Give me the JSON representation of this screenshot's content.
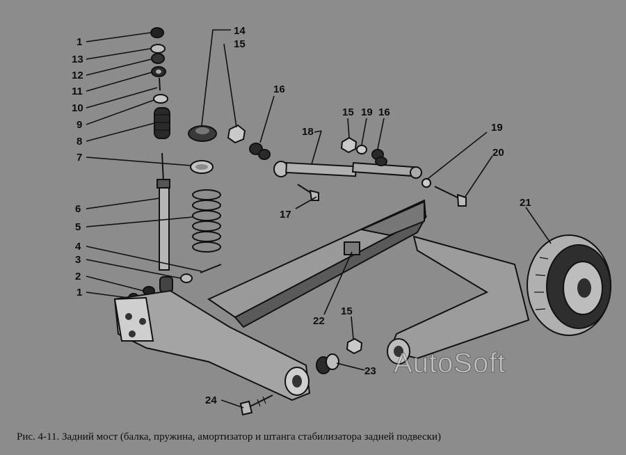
{
  "labels": [
    {
      "id": "l1a",
      "text": "1"
    },
    {
      "id": "l13",
      "text": "13"
    },
    {
      "id": "l12",
      "text": "12"
    },
    {
      "id": "l11",
      "text": "11"
    },
    {
      "id": "l10",
      "text": "10"
    },
    {
      "id": "l9",
      "text": "9"
    },
    {
      "id": "l8",
      "text": "8"
    },
    {
      "id": "l7",
      "text": "7"
    },
    {
      "id": "l6",
      "text": "6"
    },
    {
      "id": "l5",
      "text": "5"
    },
    {
      "id": "l4",
      "text": "4"
    },
    {
      "id": "l3",
      "text": "3"
    },
    {
      "id": "l2",
      "text": "2"
    },
    {
      "id": "l1b",
      "text": "1"
    },
    {
      "id": "l14",
      "text": "14"
    },
    {
      "id": "l15a",
      "text": "15"
    },
    {
      "id": "l16a",
      "text": "16"
    },
    {
      "id": "l18",
      "text": "18"
    },
    {
      "id": "l15b",
      "text": "15"
    },
    {
      "id": "l19a",
      "text": "19"
    },
    {
      "id": "l16b",
      "text": "16"
    },
    {
      "id": "l17",
      "text": "17"
    },
    {
      "id": "l19b",
      "text": "19"
    },
    {
      "id": "l20",
      "text": "20"
    },
    {
      "id": "l21",
      "text": "21"
    },
    {
      "id": "l22",
      "text": "22"
    },
    {
      "id": "l15c",
      "text": "15"
    },
    {
      "id": "l23",
      "text": "23"
    },
    {
      "id": "l24",
      "text": "24"
    }
  ],
  "caption": "Рис. 4-11. Задний мост (балка, пружина, амортизатор и штанга стабилизатора задней подвески)",
  "watermark": "AutoSoft",
  "colors": {
    "background": "#8c8c8c",
    "ink": "#111111"
  }
}
